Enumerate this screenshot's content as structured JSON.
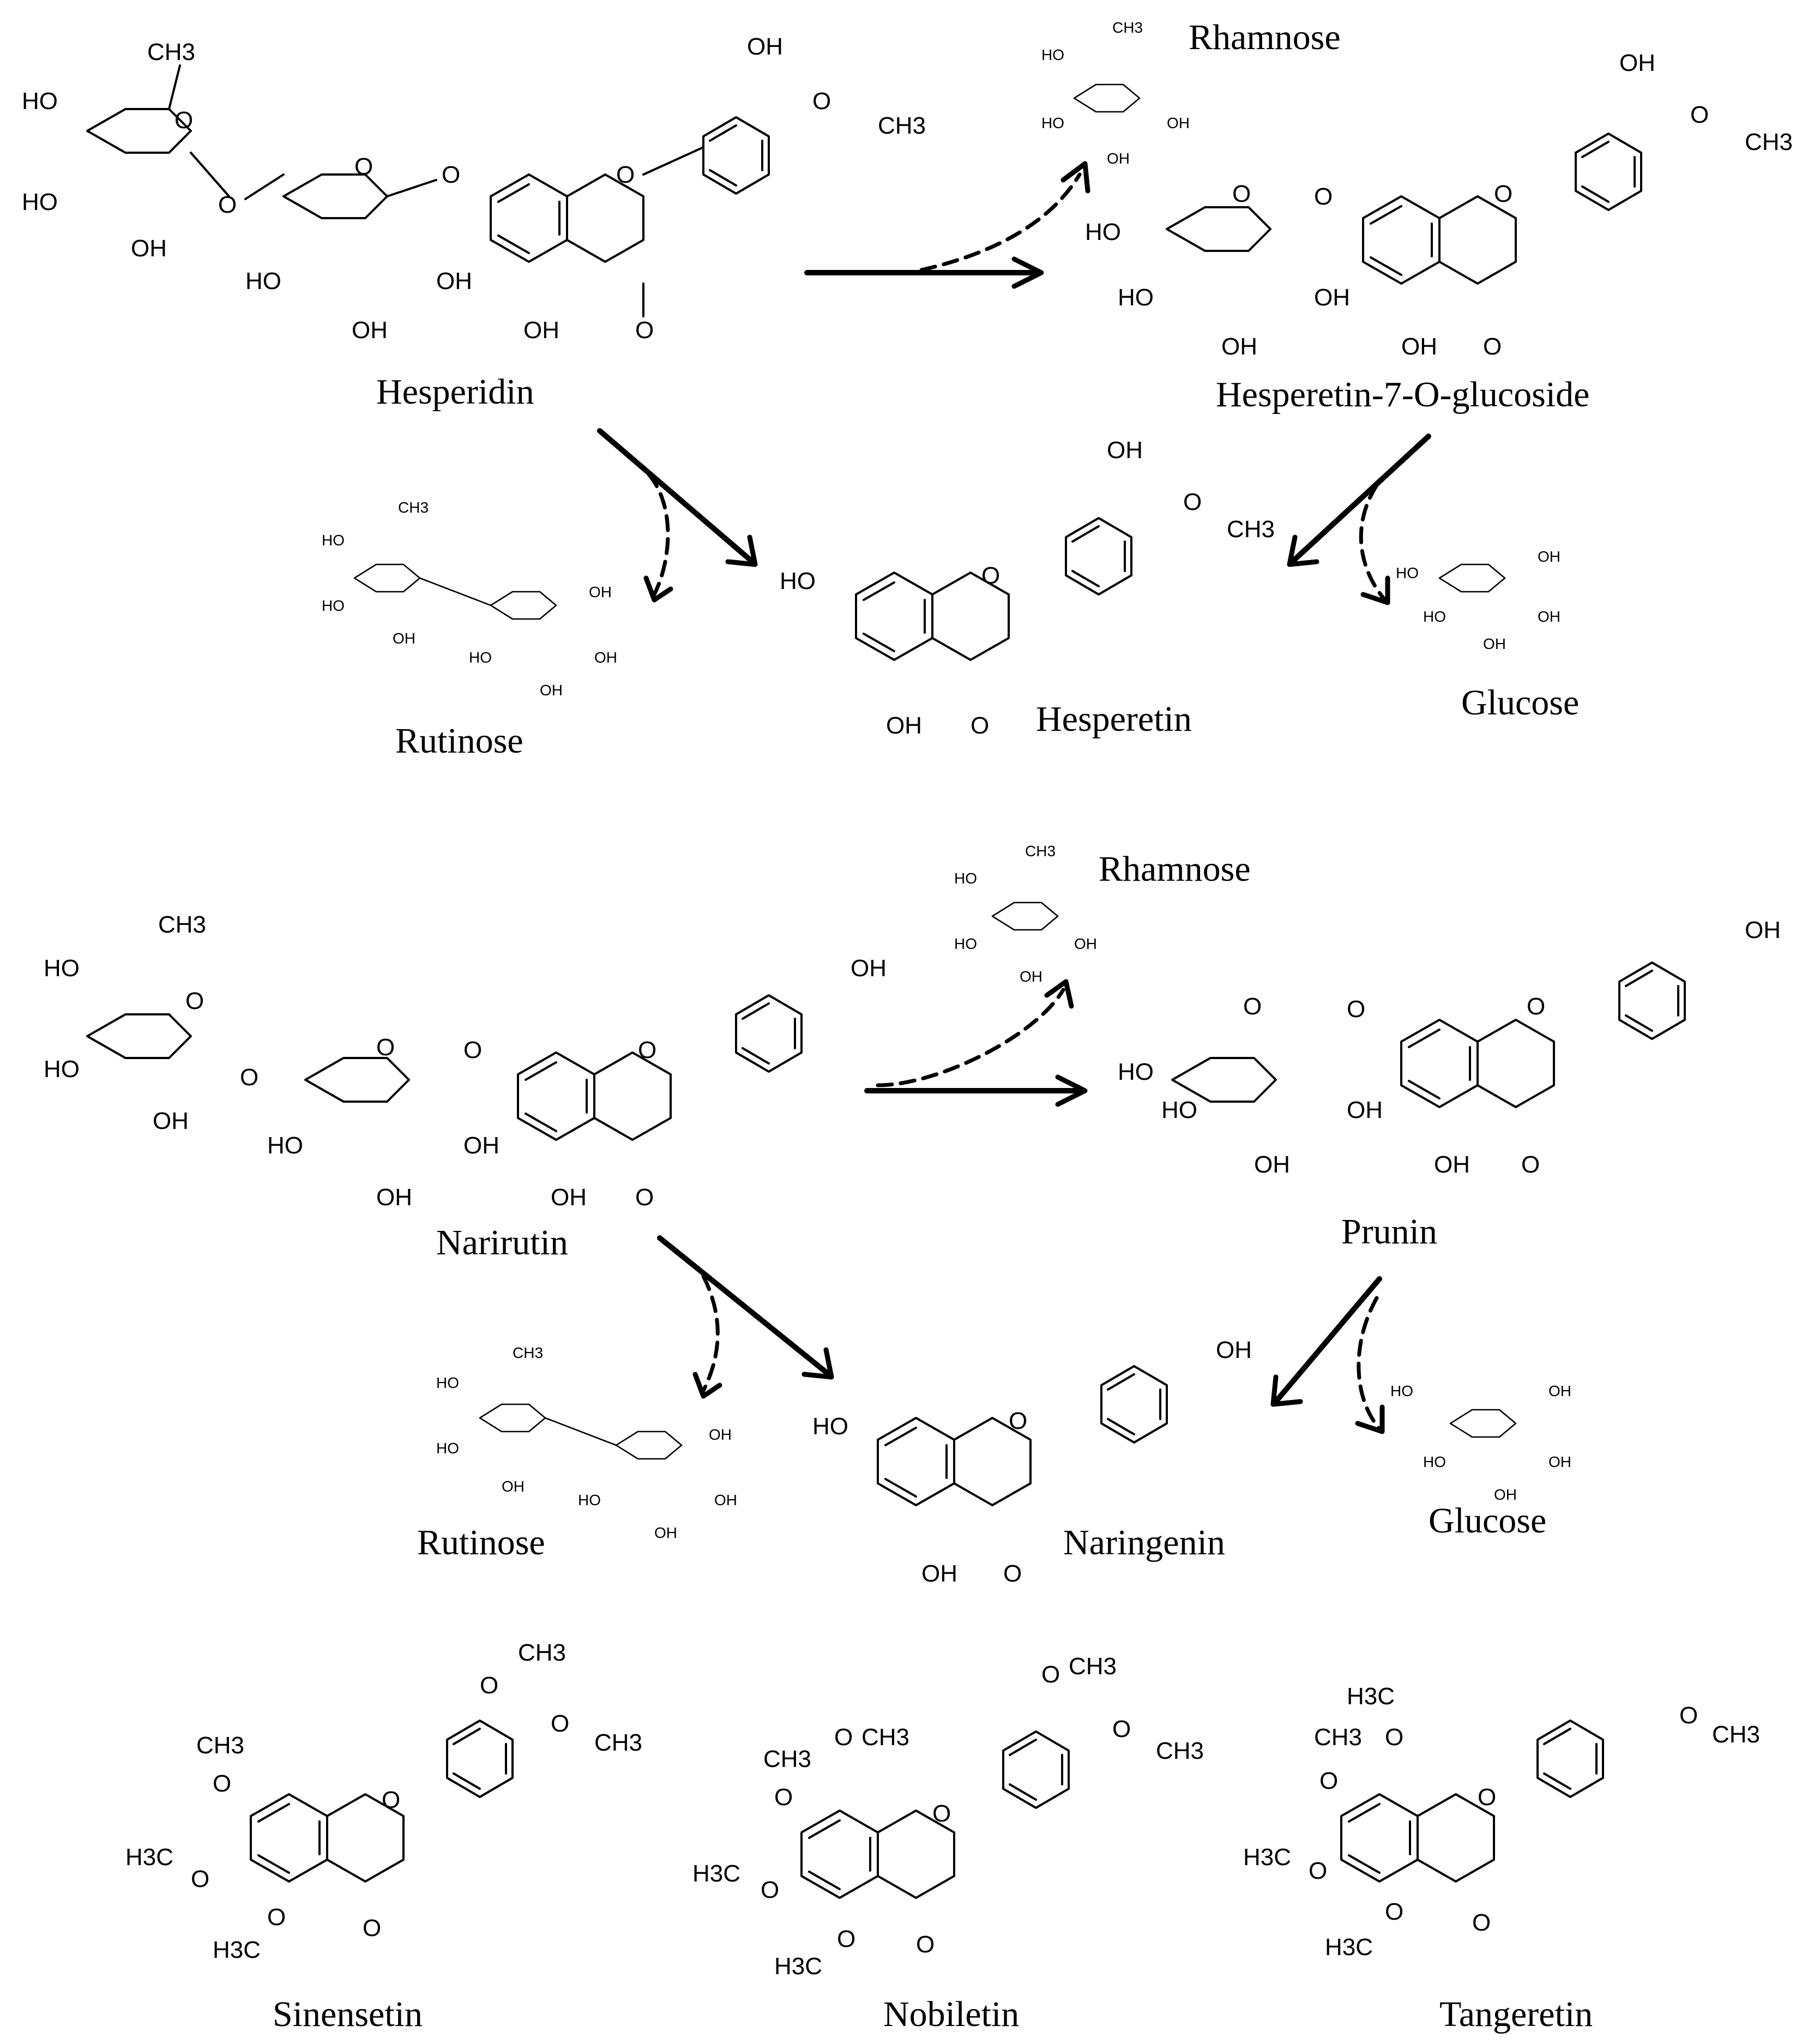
{
  "compounds": {
    "hesperidin": "Hesperidin",
    "rhamnose_top": "Rhamnose",
    "hesperetin_7_o_glucoside": "Hesperetin-7-O-glucoside",
    "rutinose_top": "Rutinose",
    "hesperetin": "Hesperetin",
    "glucose_top": "Glucose",
    "rhamnose_mid": "Rhamnose",
    "narirutin": "Narirutin",
    "prunin": "Prunin",
    "rutinose_mid": "Rutinose",
    "naringenin": "Naringenin",
    "glucose_mid": "Glucose",
    "sinensetin": "Sinensetin",
    "nobiletin": "Nobiletin",
    "tangeretin": "Tangeretin"
  },
  "atoms": {
    "oh": "OH",
    "ho": "HO",
    "o": "O",
    "ch3": "CH3",
    "h3c": "H3C"
  }
}
